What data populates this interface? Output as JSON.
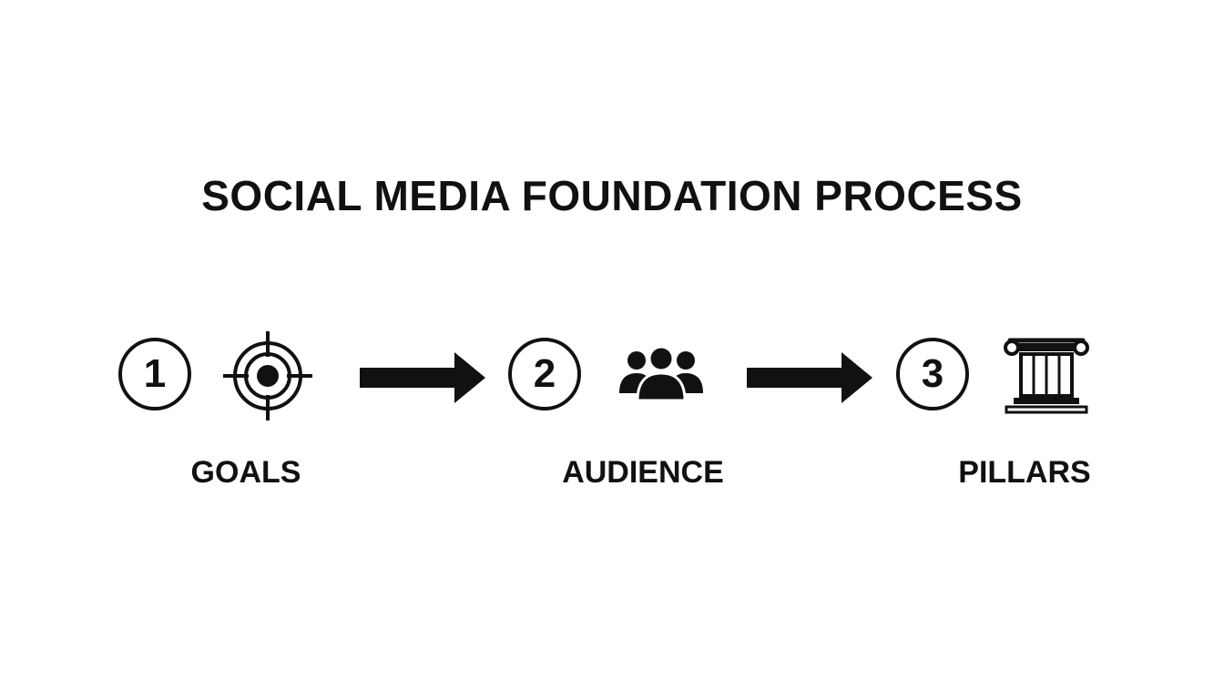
{
  "title": "SOCIAL MEDIA FOUNDATION PROCESS",
  "steps": [
    {
      "number": "1",
      "label": "GOALS",
      "icon": "target-icon"
    },
    {
      "number": "2",
      "label": "AUDIENCE",
      "icon": "people-group-icon"
    },
    {
      "number": "3",
      "label": "PILLARS",
      "icon": "pillar-column-icon"
    }
  ],
  "colors": {
    "ink": "#111111",
    "background": "#ffffff"
  }
}
